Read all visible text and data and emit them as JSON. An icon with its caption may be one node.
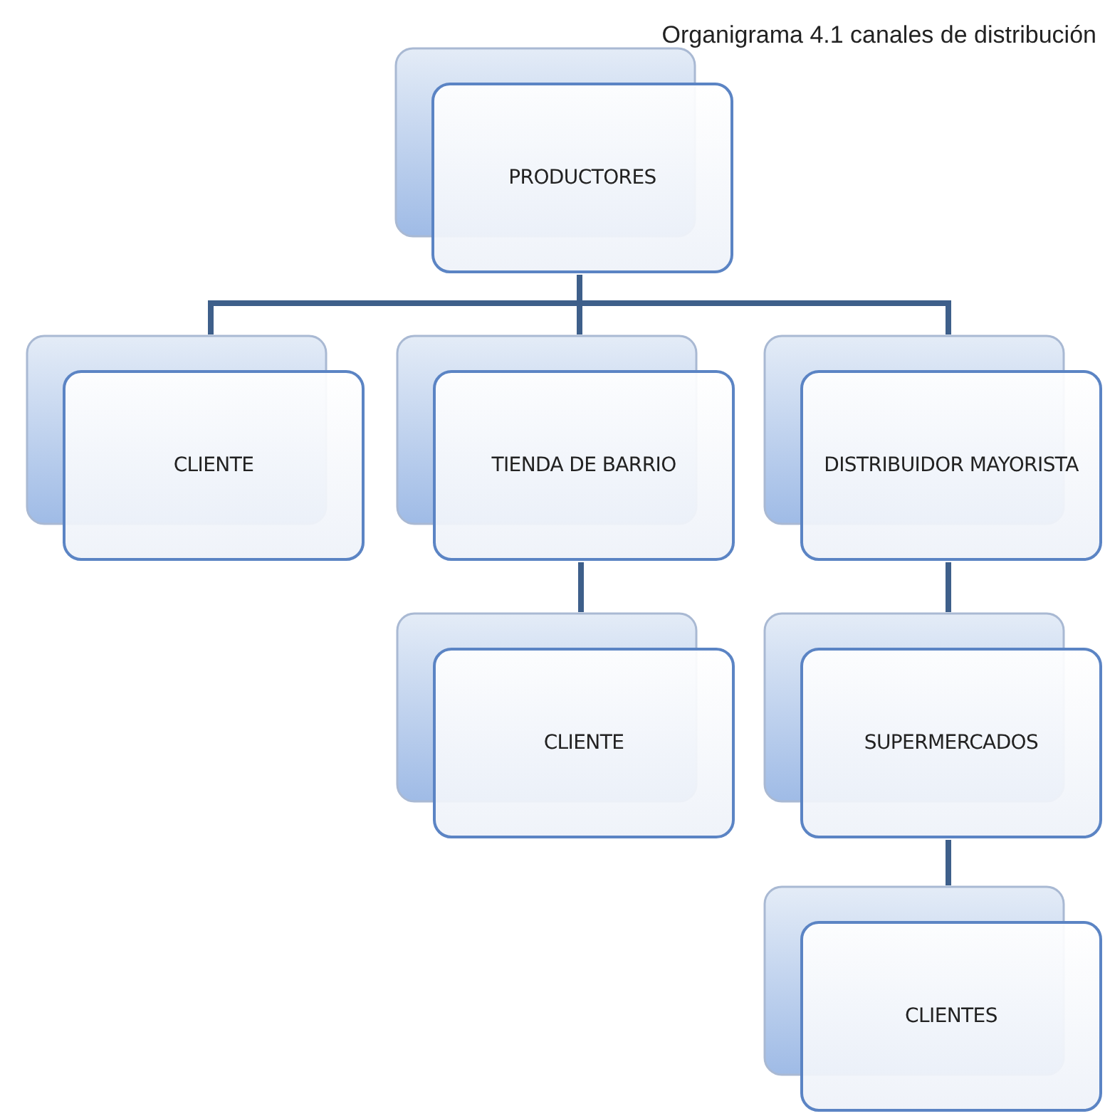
{
  "diagram": {
    "title": "Organigrama 4.1 canales de distribución",
    "nodes": [
      {
        "text": [
          "PRODUCTORES"
        ]
      },
      {
        "text": [
          "CLIENTE"
        ]
      },
      {
        "text": [
          "TIENDA DE BARRIO"
        ]
      },
      {
        "text": [
          "DISTRIBUIDOR MAYORISTA"
        ]
      },
      {
        "text": [
          "CLIENTE"
        ]
      },
      {
        "text": [
          "SUPERMERCADOS"
        ]
      },
      {
        "text": [
          "CLIENTES"
        ]
      }
    ],
    "edges": [
      {
        "from": 0,
        "to": 1,
        "arrow": "none"
      },
      {
        "from": 0,
        "to": 2,
        "arrow": "none"
      },
      {
        "from": 0,
        "to": 3,
        "arrow": "none"
      },
      {
        "from": 2,
        "to": 4,
        "arrow": "none"
      },
      {
        "from": 3,
        "to": 5,
        "arrow": "none"
      },
      {
        "from": 5,
        "to": 6,
        "arrow": "none"
      }
    ]
  }
}
